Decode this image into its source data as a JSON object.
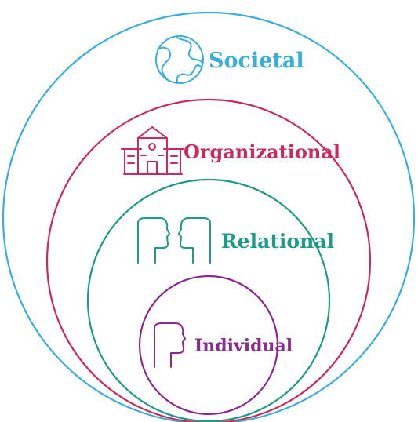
{
  "levels": [
    {
      "label": "Societal",
      "color": "#3aaed8",
      "icon": "globe-icon"
    },
    {
      "label": "Organizational",
      "color": "#cc2a5a",
      "icon": "building-icon"
    },
    {
      "label": "Relational",
      "color": "#1f9a86",
      "icon": "two-faces-icon"
    },
    {
      "label": "Individual",
      "color": "#8a2a8e",
      "icon": "face-profile-icon"
    }
  ]
}
